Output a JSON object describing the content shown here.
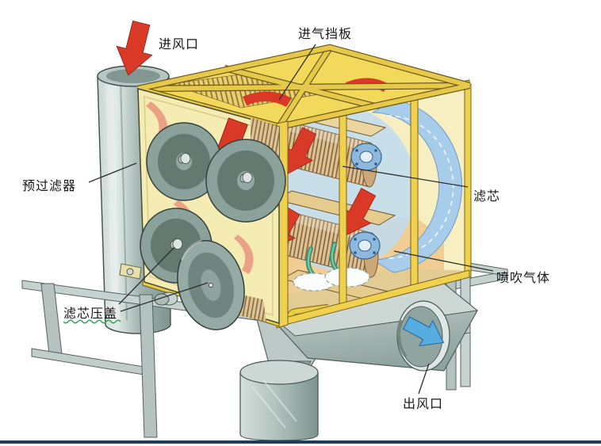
{
  "figure": {
    "labels": {
      "air_inlet": "进风口",
      "intake_baffle": "进气挡板",
      "pre_filter": "预过滤器",
      "filter_cartridge": "滤芯",
      "pulse_gas": "喷吹气体",
      "cartridge_cover": "滤芯压盖",
      "air_outlet": "出风口"
    },
    "icons": {
      "inlet_arrow": "red-down-arrow",
      "outlet_arrow": "blue-curved-arrow",
      "airflow_arrows": "red-curved-arrows",
      "spray_nozzles": "green-hook-nozzles"
    },
    "colors": {
      "cabinet_frame_yellow": "#efd14e",
      "cabinet_panel_cream": "#f4ecb2",
      "steel_gray_green": "#aebfba",
      "disc_gray": "#8aa09a",
      "airflow_red": "#d93a28",
      "clean_air_blue": "#a8cdeb",
      "outlet_arrow_blue": "#58ade0",
      "cartridge_tan": "#d9c08c",
      "nozzle_green": "#3f9370",
      "underline_green": "#3aa35c",
      "footer_bar_navy": "#1d3d60"
    }
  }
}
